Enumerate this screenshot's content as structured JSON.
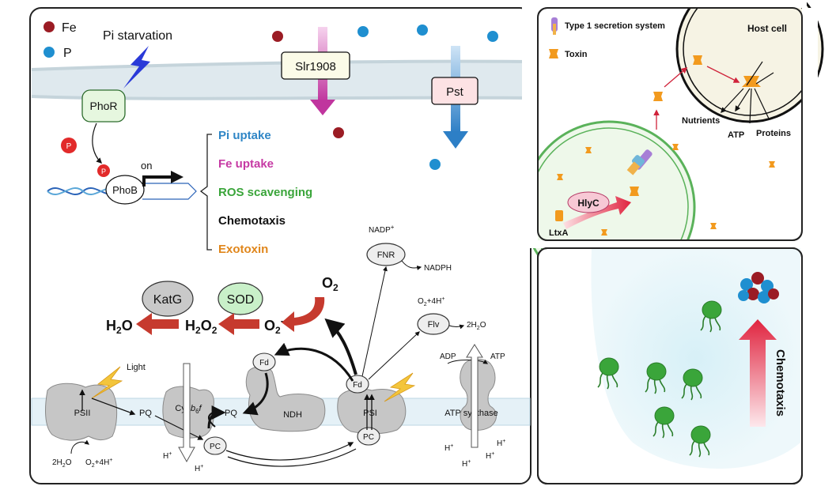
{
  "legend": {
    "fe_label": "Fe",
    "p_label": "P",
    "fe_color": "#9b1c24",
    "p_color": "#1f8fd0"
  },
  "membrane_top": {
    "pi_starvation": "Pi starvation",
    "phor": "PhoR",
    "phob": "PhoB",
    "p_badge": "P",
    "on": "on",
    "slr1908": "Slr1908",
    "pst": "Pst"
  },
  "regulon": [
    {
      "label": "Pi uptake",
      "color": "#2f86c6"
    },
    {
      "label": "Fe uptake",
      "color": "#c63aa4"
    },
    {
      "label": "ROS scavenging",
      "color": "#3aa53a"
    },
    {
      "label": "Chemotaxis",
      "color": "#111111"
    },
    {
      "label": "Exotoxin",
      "color": "#e0861b"
    }
  ],
  "ros": {
    "katg": "KatG",
    "sod": "SOD",
    "h2o": "H",
    "h2o_sub": "2",
    "h2o_end": "O",
    "h2o2": "H",
    "h2o2_sub": "2",
    "h2o2_mid": "O",
    "h2o2_sub2": "2",
    "o2minus": "O",
    "o2minus_sub": "2",
    "o2minus_sup": "-",
    "o2": "O",
    "o2_sub": "2"
  },
  "photosynthesis": {
    "nadp": "NADP",
    "nadp_sup": "+",
    "fnr": "FNR",
    "nadph": "NADPH",
    "o2_4h": "O",
    "o2_4h_sub": "2",
    "o2_4h_rest": "+4H",
    "o2_4h_sup": "+",
    "flv": "Flv",
    "h2o_flv": "2H",
    "h2o_flv_sub": "2",
    "h2o_flv_end": "O",
    "light": "Light",
    "fd": "Fd",
    "psii": "PSII",
    "pq": "PQ",
    "cyt": "Cyt ",
    "cyt_b": "b",
    "cyt_sub6": "6",
    "cyt_f": "f",
    "ndh": "NDH",
    "psi": "PSI",
    "pc": "PC",
    "adp": "ADP",
    "atp": "ATP",
    "atp_synthase": "ATP synthase",
    "hplus": "H",
    "hplus_sup": "+",
    "water_left": "2H",
    "water_left_sub": "2",
    "water_left_end": "O",
    "o2_left": "O",
    "o2_left_sub": "2",
    "o2_left_rest": "+4H",
    "o2_left_sup": "+"
  },
  "host_panel": {
    "t1ss": "Type 1 secretion system",
    "toxin": "Toxin",
    "host_cell": "Host cell",
    "nutrients": "Nutrients",
    "atp": "ATP",
    "proteins": "Proteins",
    "hlyc": "HlyC",
    "ltxa": "LtxA"
  },
  "chemotaxis_panel": {
    "label": "Chemotaxis"
  }
}
